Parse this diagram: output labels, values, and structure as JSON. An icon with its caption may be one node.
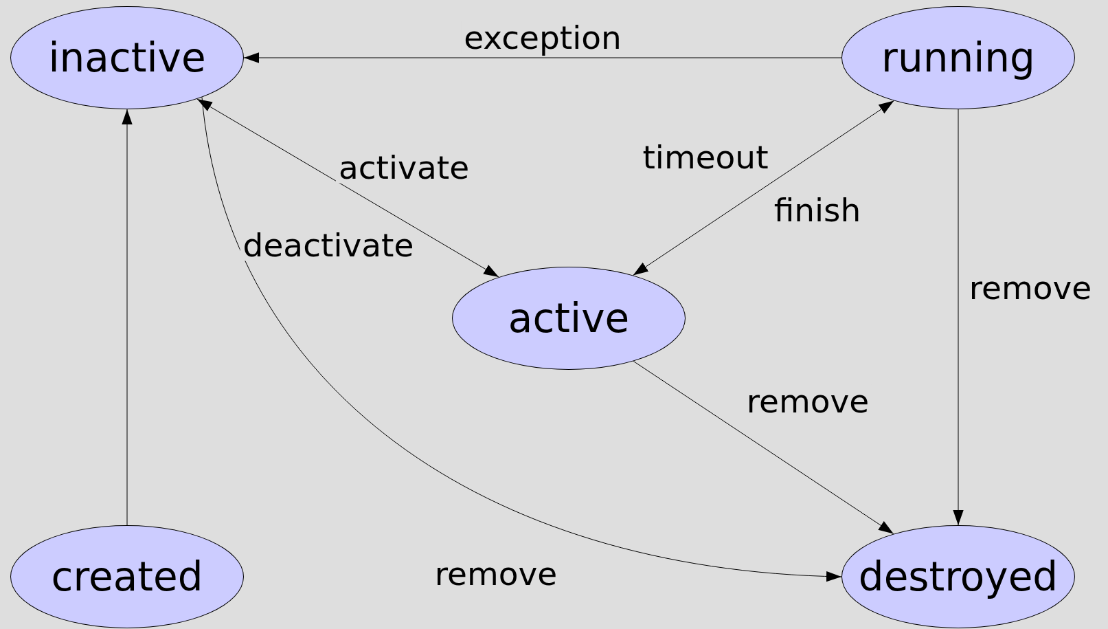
{
  "diagram": {
    "nodes": [
      {
        "text": [
          "inactive"
        ]
      },
      {
        "text": [
          "running"
        ]
      },
      {
        "text": [
          "active"
        ]
      },
      {
        "text": [
          "created"
        ]
      },
      {
        "text": [
          "destroyed"
        ]
      }
    ],
    "edges": [
      {
        "from": 1,
        "to": 0,
        "arrow": "to",
        "label": "exception"
      },
      {
        "from": 0,
        "to": 2,
        "arrow": "both",
        "label": "activate"
      },
      {
        "from": 2,
        "to": 1,
        "arrow": "both",
        "label": "timeout"
      },
      {
        "from": 3,
        "to": 0,
        "arrow": "to"
      },
      {
        "from": 0,
        "to": 4,
        "arrow": "to",
        "label": "remove"
      },
      {
        "from": 2,
        "to": 4,
        "arrow": "to",
        "label": "remove"
      },
      {
        "from": 1,
        "to": 4,
        "arrow": "to",
        "label": "remove"
      }
    ],
    "labels": [
      "deactivate",
      "finish"
    ]
  }
}
